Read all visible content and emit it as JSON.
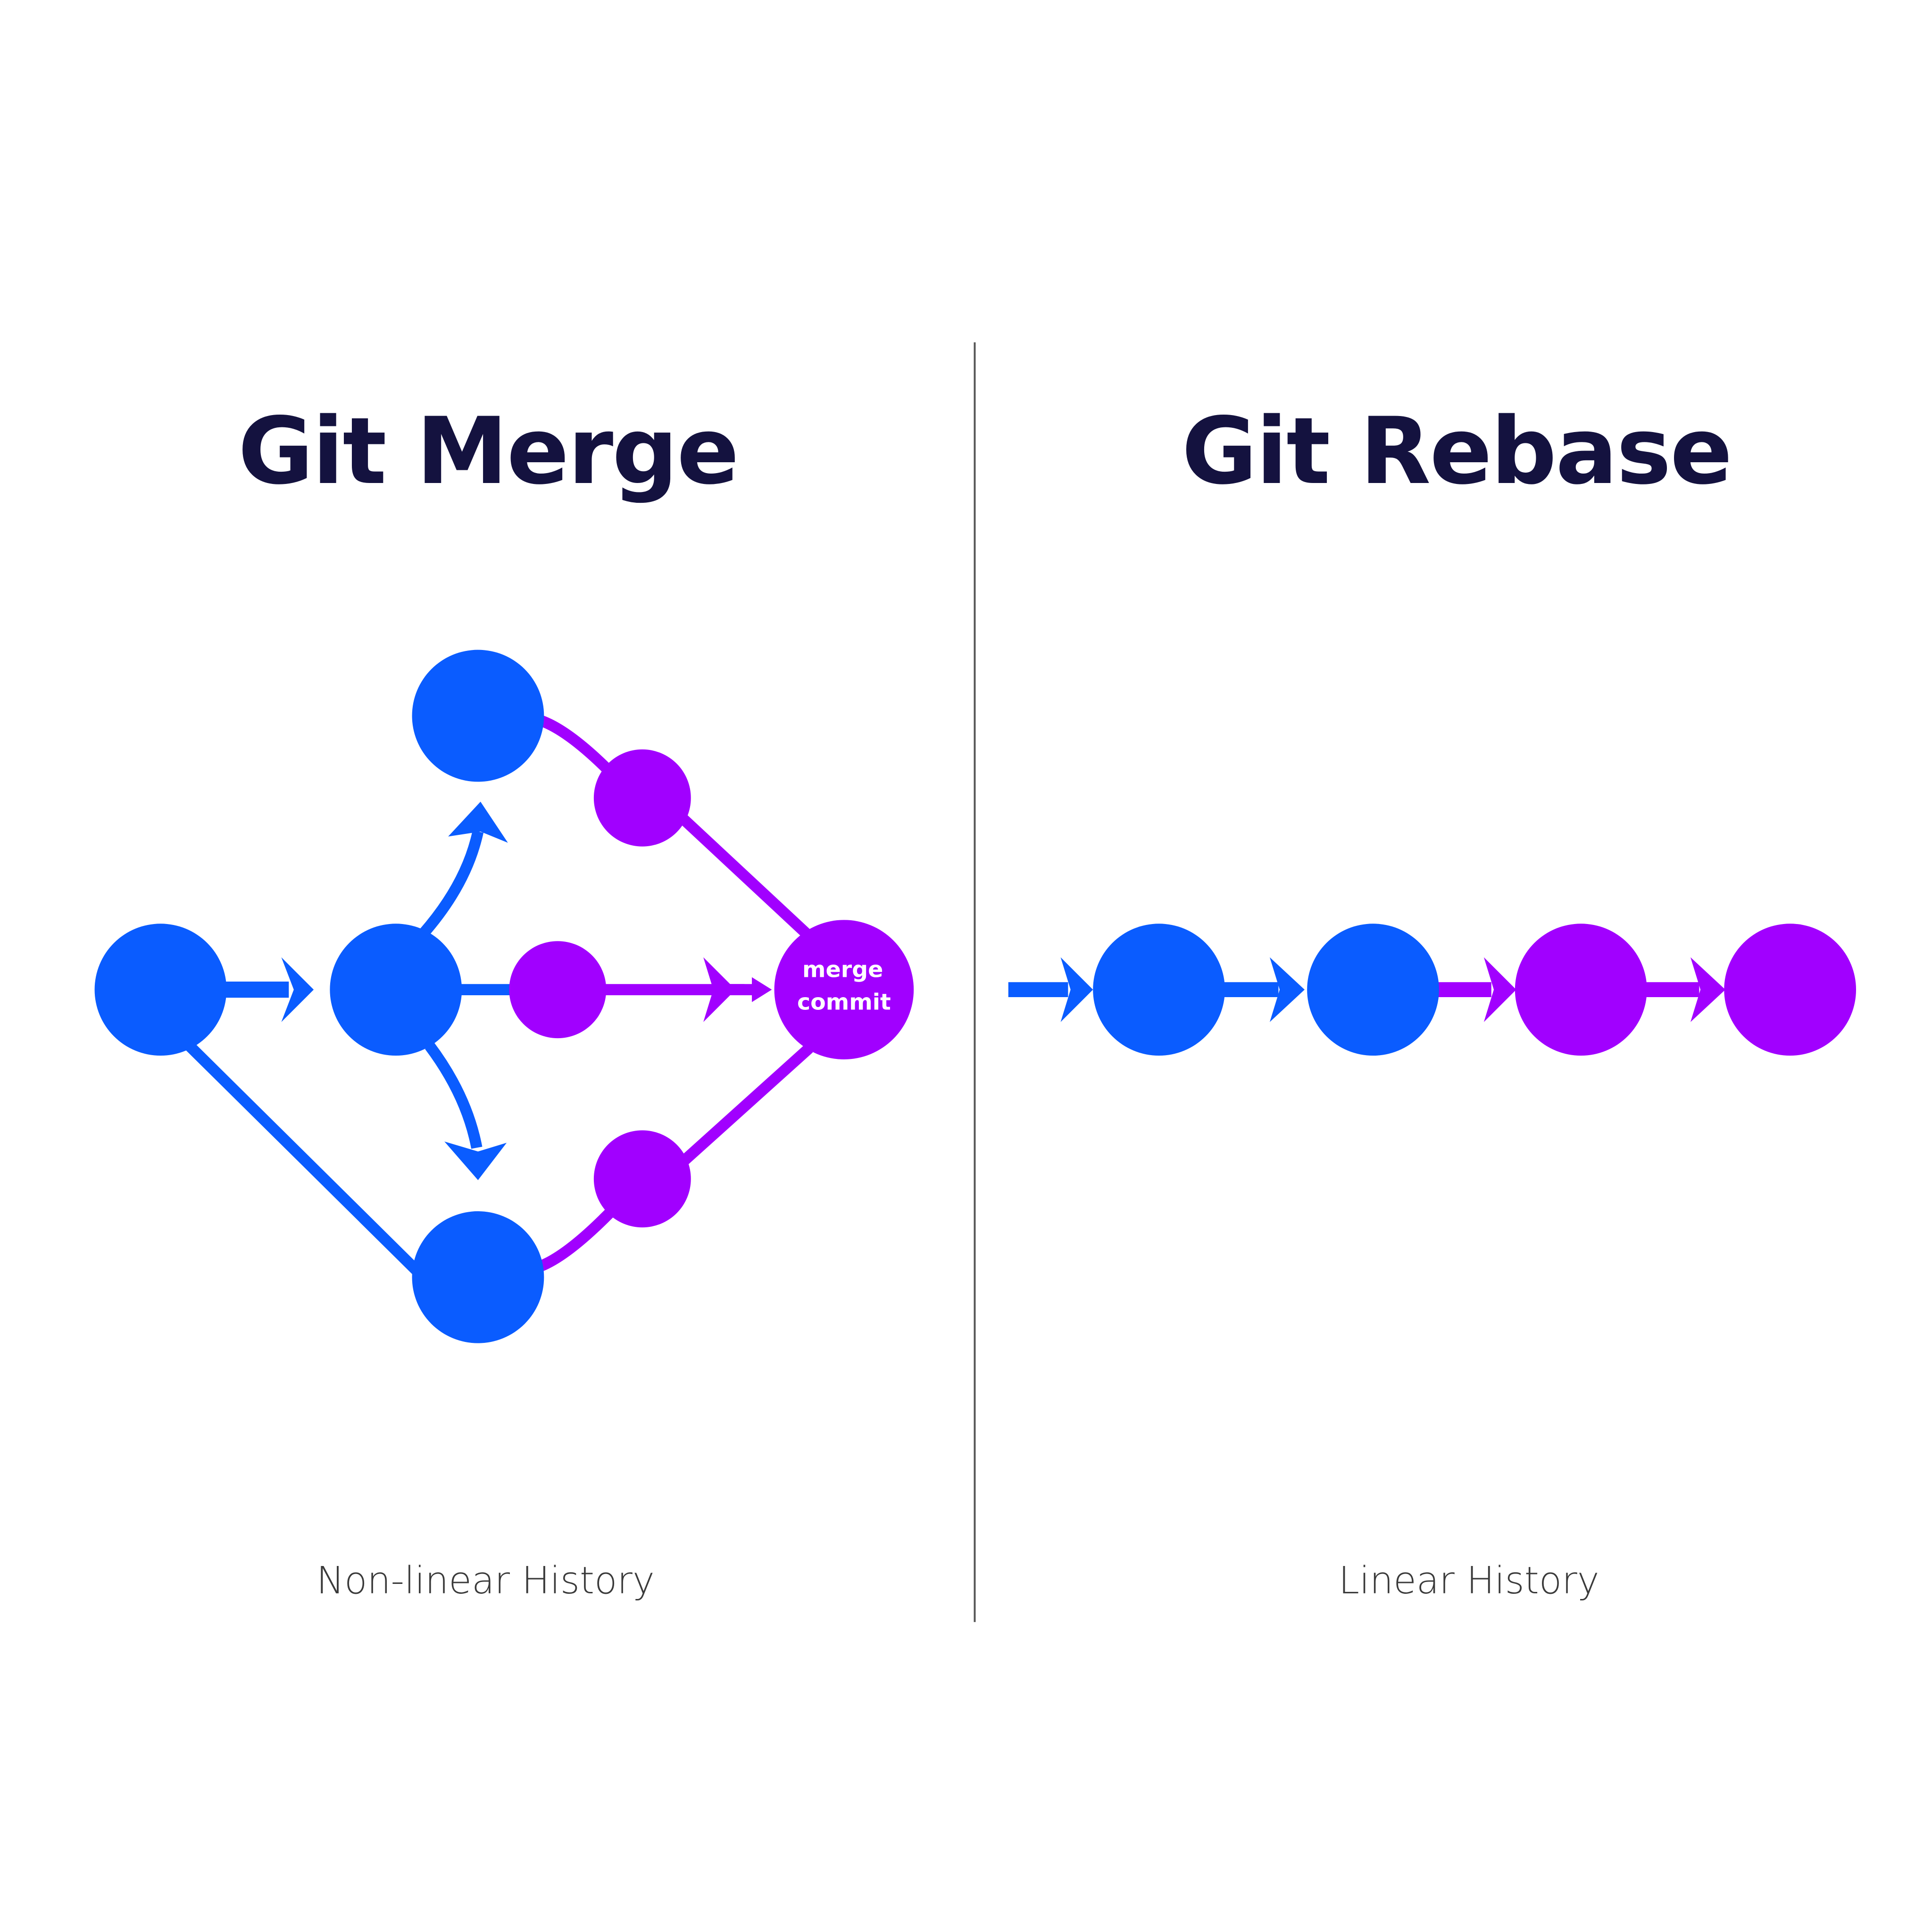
{
  "colors": {
    "blue": "#0a5cff",
    "purple": "#a100ff",
    "title": "#14123f",
    "caption": "#3a3a3a",
    "divider": "#555555",
    "background": "#ffffff"
  },
  "merge_panel": {
    "title": "Git Merge",
    "caption": "Non-linear History",
    "merge_node_label_line1": "merge",
    "merge_node_label_line2": "commit",
    "nodes": [
      {
        "id": "base",
        "color": "blue"
      },
      {
        "id": "branch-point",
        "color": "blue"
      },
      {
        "id": "top-blue",
        "color": "blue"
      },
      {
        "id": "bottom-blue",
        "color": "blue"
      },
      {
        "id": "top-purple",
        "color": "purple"
      },
      {
        "id": "middle-purple",
        "color": "purple"
      },
      {
        "id": "bottom-purple",
        "color": "purple"
      },
      {
        "id": "merge-commit",
        "color": "purple"
      }
    ]
  },
  "rebase_panel": {
    "title": "Git Rebase",
    "caption": "Linear History",
    "nodes": [
      {
        "id": "commit-1",
        "color": "blue"
      },
      {
        "id": "commit-2",
        "color": "blue"
      },
      {
        "id": "commit-3",
        "color": "purple"
      },
      {
        "id": "commit-4",
        "color": "purple"
      }
    ]
  }
}
